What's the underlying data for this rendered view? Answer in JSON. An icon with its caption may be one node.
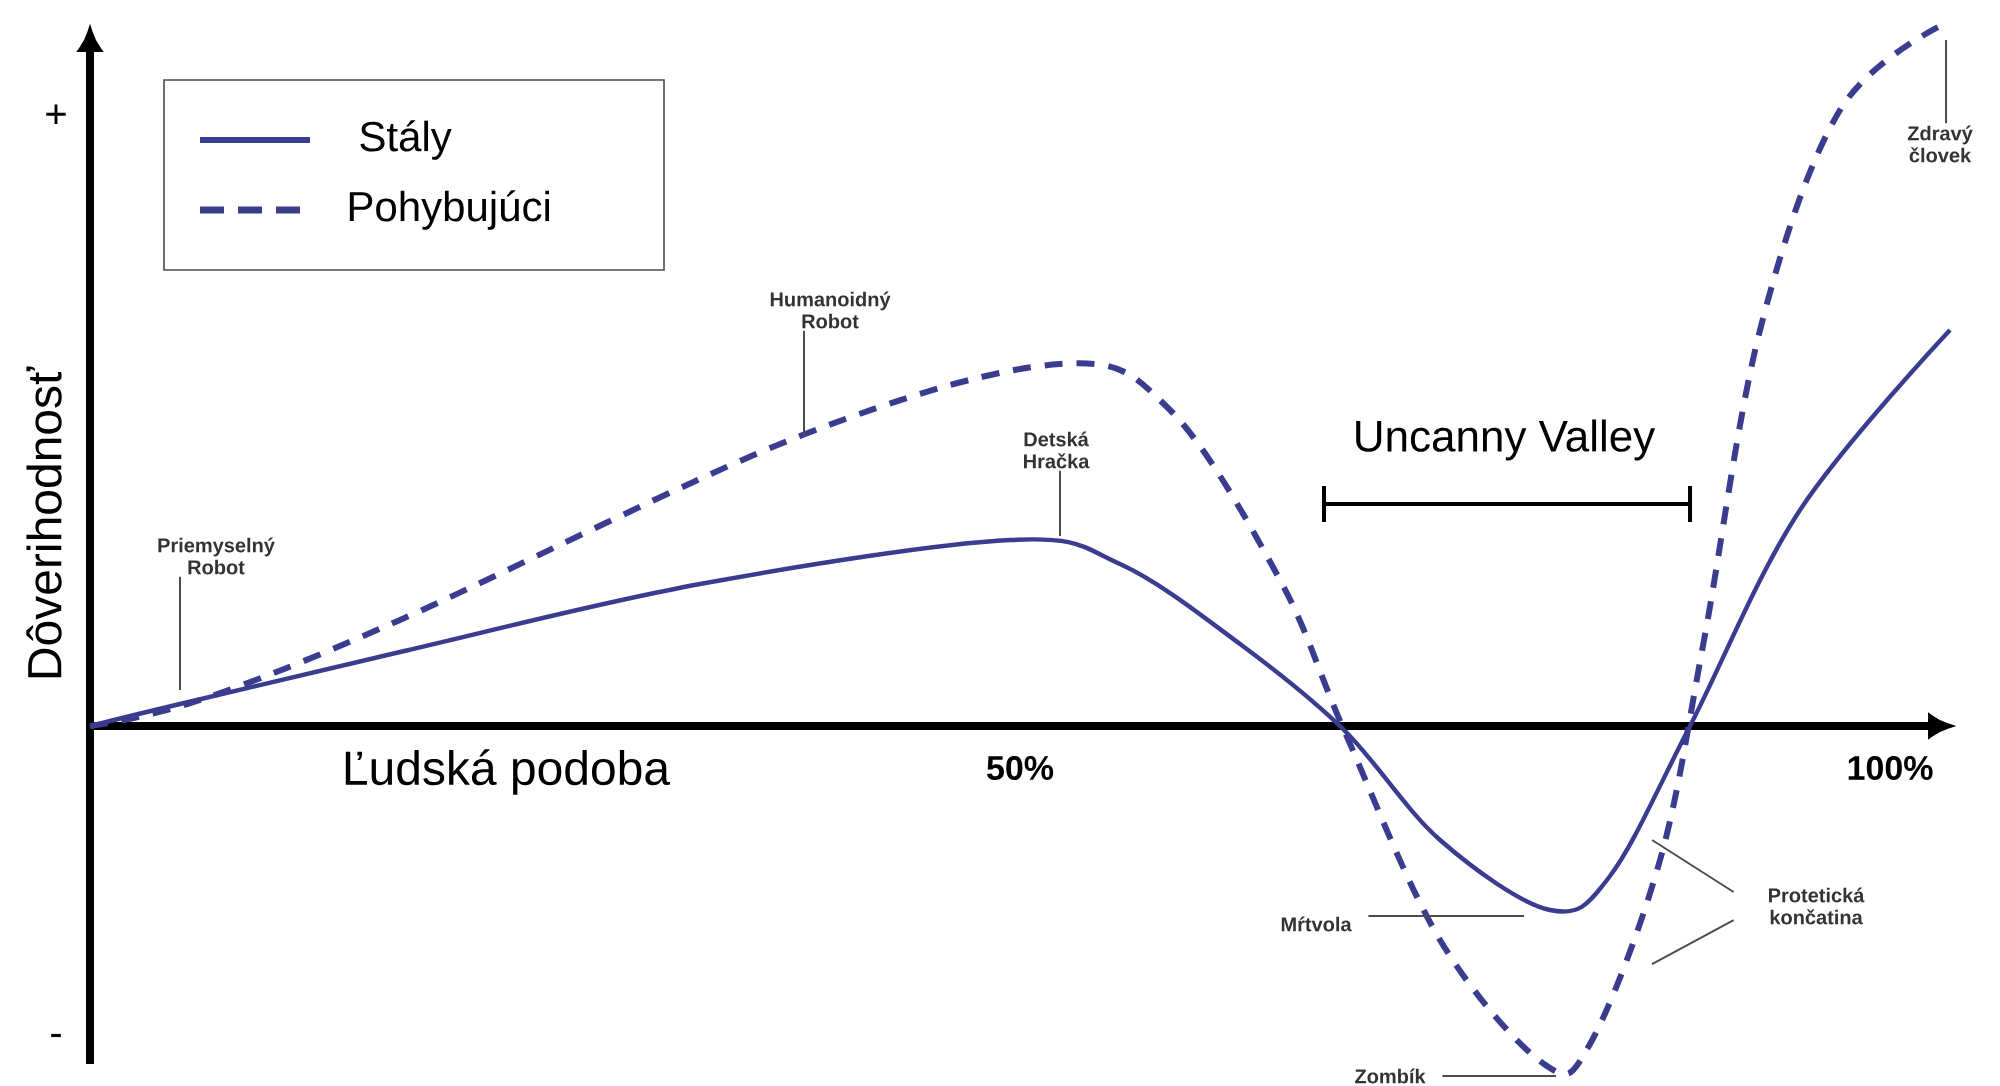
{
  "diagram": {
    "nodes": [
      {
        "text": [
          "Priemyselný Robot"
        ]
      },
      {
        "text": [
          "Humanoidný Robot"
        ]
      },
      {
        "text": [
          "Detská Hračka"
        ]
      },
      {
        "text": [
          "Zdravý človek"
        ]
      },
      {
        "text": [
          "Mŕtvola"
        ]
      },
      {
        "text": [
          "Zombík"
        ]
      },
      {
        "text": [
          "Protetická končatina"
        ]
      }
    ],
    "edges": [
      {
        "from": 0,
        "to": null,
        "arrow": "none"
      },
      {
        "from": 1,
        "to": null,
        "arrow": "none"
      },
      {
        "from": 2,
        "to": null,
        "arrow": "none"
      },
      {
        "from": 3,
        "to": null,
        "arrow": "none"
      },
      {
        "from": 4,
        "to": null,
        "arrow": "none"
      },
      {
        "from": 5,
        "to": null,
        "arrow": "none"
      },
      {
        "from": 6,
        "to": null,
        "arrow": "none"
      },
      {
        "from": 6,
        "to": null,
        "arrow": "none"
      }
    ],
    "labels": [
      "+",
      "Dôverihodnosť",
      "-",
      "Uncanny Valley",
      "Ľudská podoba",
      "50%",
      "100%"
    ],
    "legend": [
      {
        "text": "Stály"
      },
      {
        "text": "Pohybujúci"
      }
    ]
  }
}
